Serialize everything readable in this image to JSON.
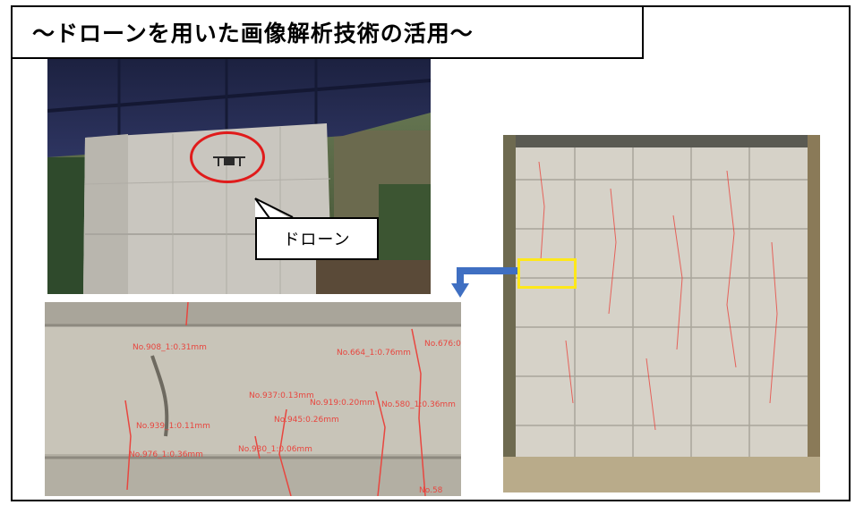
{
  "title": "～ドローンを用いた画像解析技術の活用～",
  "callout_label": "ドローン",
  "colors": {
    "highlight_ring": "#e01b1b",
    "selection_box": "#ffe81a",
    "arrow": "#3f6fc2",
    "crack_annotation": "#e8463f"
  },
  "crack_labels": [
    "No.908_1:0.31mm",
    "No.664_1:0.76mm",
    "No.676:0",
    "No.937:0.13mm",
    "No.919:0.20mm",
    "No.580_1:0.36mm",
    "No.945:0.26mm",
    "No.939_1:0.11mm",
    "No.930_1:0.06mm",
    "No.976_1:0.36mm",
    "No.58"
  ]
}
